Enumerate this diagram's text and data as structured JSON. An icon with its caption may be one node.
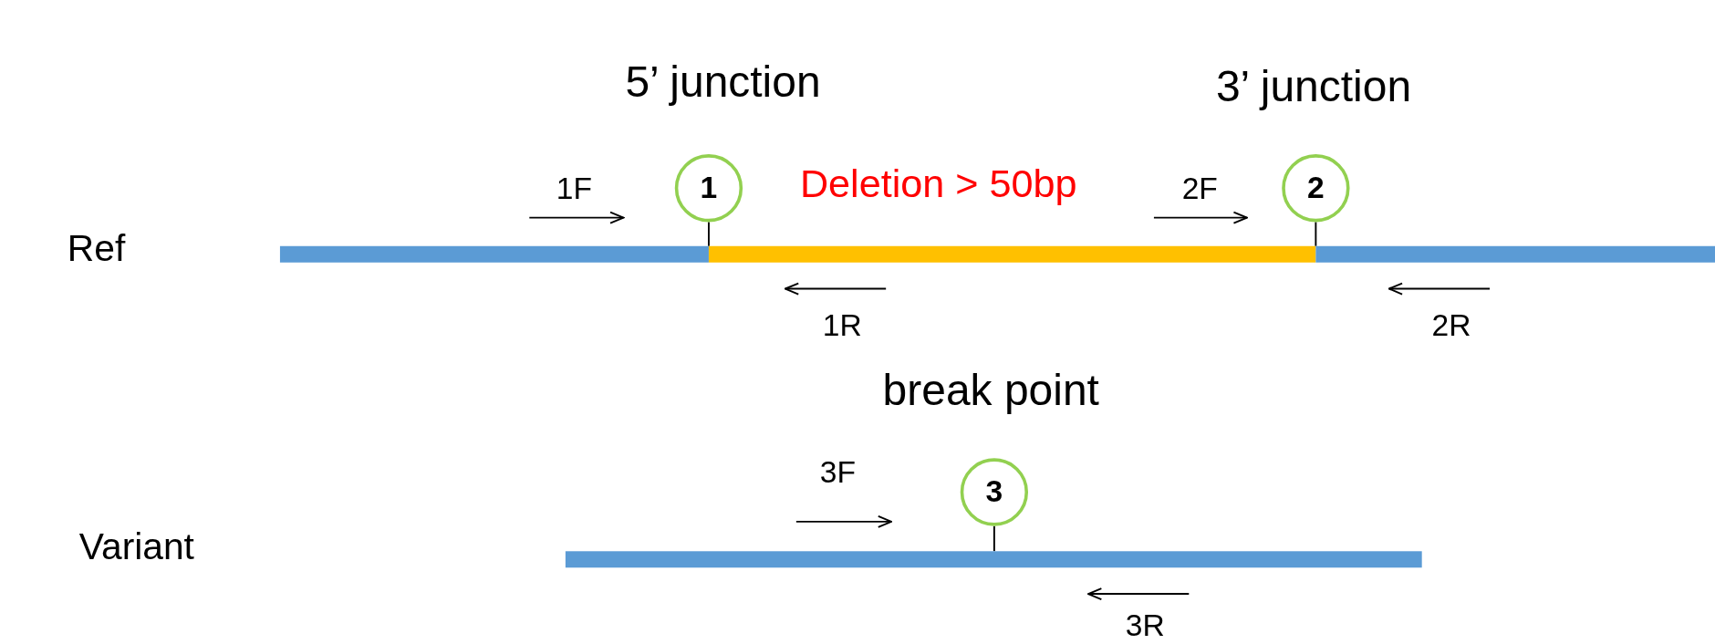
{
  "diagram": {
    "nodes": [
      {
        "text": [
          "1"
        ],
        "beside": [
          "5’ junction"
        ]
      },
      {
        "text": [
          "2"
        ],
        "beside": [
          "3’ junction"
        ]
      },
      {
        "text": [
          "3"
        ],
        "beside": [
          "break point"
        ]
      },
      {
        "text": [],
        "shape": "bar"
      },
      {
        "text": [],
        "shape": "bar"
      },
      {
        "text": [],
        "shape": "bar"
      },
      {
        "text": [],
        "shape": "bar"
      }
    ],
    "edges": [
      {
        "from": 0,
        "to": 4,
        "arrow": "none"
      },
      {
        "from": 1,
        "to": 4,
        "arrow": "none"
      },
      {
        "from": 2,
        "to": 6,
        "arrow": "none"
      }
    ],
    "labels": [
      "1F",
      "Deletion > 50bp",
      "2F",
      "Ref",
      "1R",
      "2R",
      "3F",
      "Variant",
      "3R"
    ]
  }
}
